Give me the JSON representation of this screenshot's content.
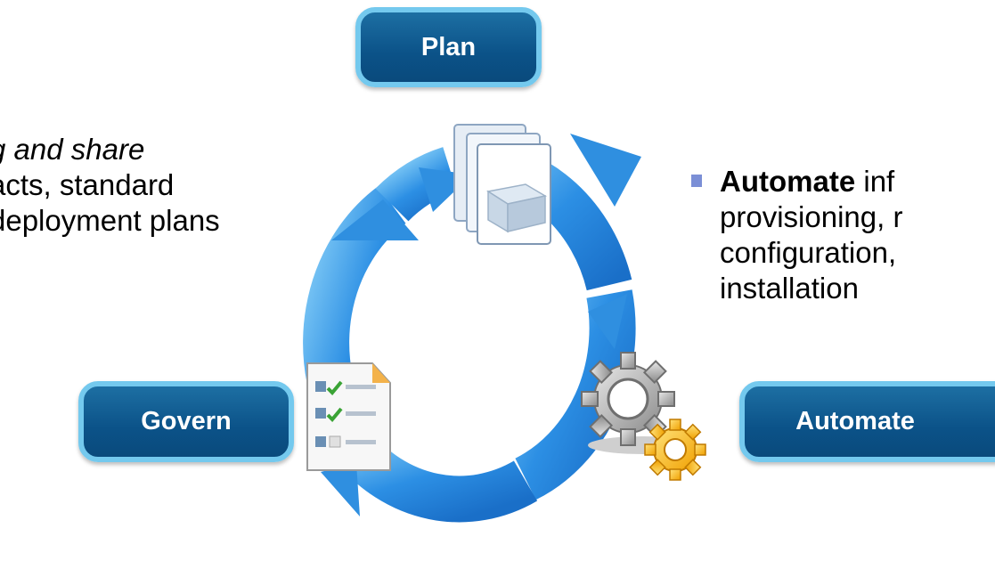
{
  "labels": {
    "plan": "Plan",
    "govern": "Govern",
    "automate": "Automate"
  },
  "left_text": {
    "line1": "g and share",
    "line2": "acts, standard",
    "line3": "deployment plans"
  },
  "right_text": {
    "line1_bold": "Automate",
    "line1_rest": " inf",
    "line2": "provisioning, r",
    "line3": "configuration,",
    "line4": "installation"
  },
  "colors": {
    "pill_fill": "#0b5288",
    "pill_border": "#74c9ee",
    "cycle_blue": "#2f8fe0",
    "bullet": "#7b8fd6"
  },
  "icons": [
    "cycle-arrows-icon",
    "documents-box-icon",
    "checklist-icon",
    "gears-icon"
  ]
}
